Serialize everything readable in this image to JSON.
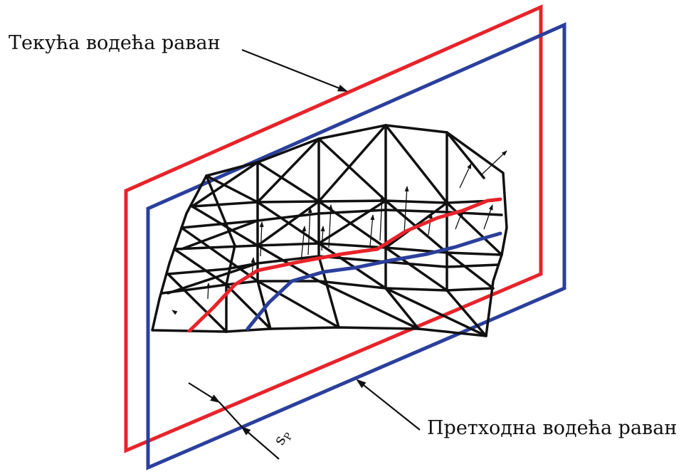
{
  "labels": {
    "current_plane": "Текућа водећа раван",
    "previous_plane": "Претходна водећа раван",
    "spacing_symbol": "s",
    "spacing_subscript": "P"
  },
  "colors": {
    "current_plane": "#e8232a",
    "previous_plane": "#2b3f9c",
    "mesh": "#111111",
    "background": "#ffffff"
  }
}
